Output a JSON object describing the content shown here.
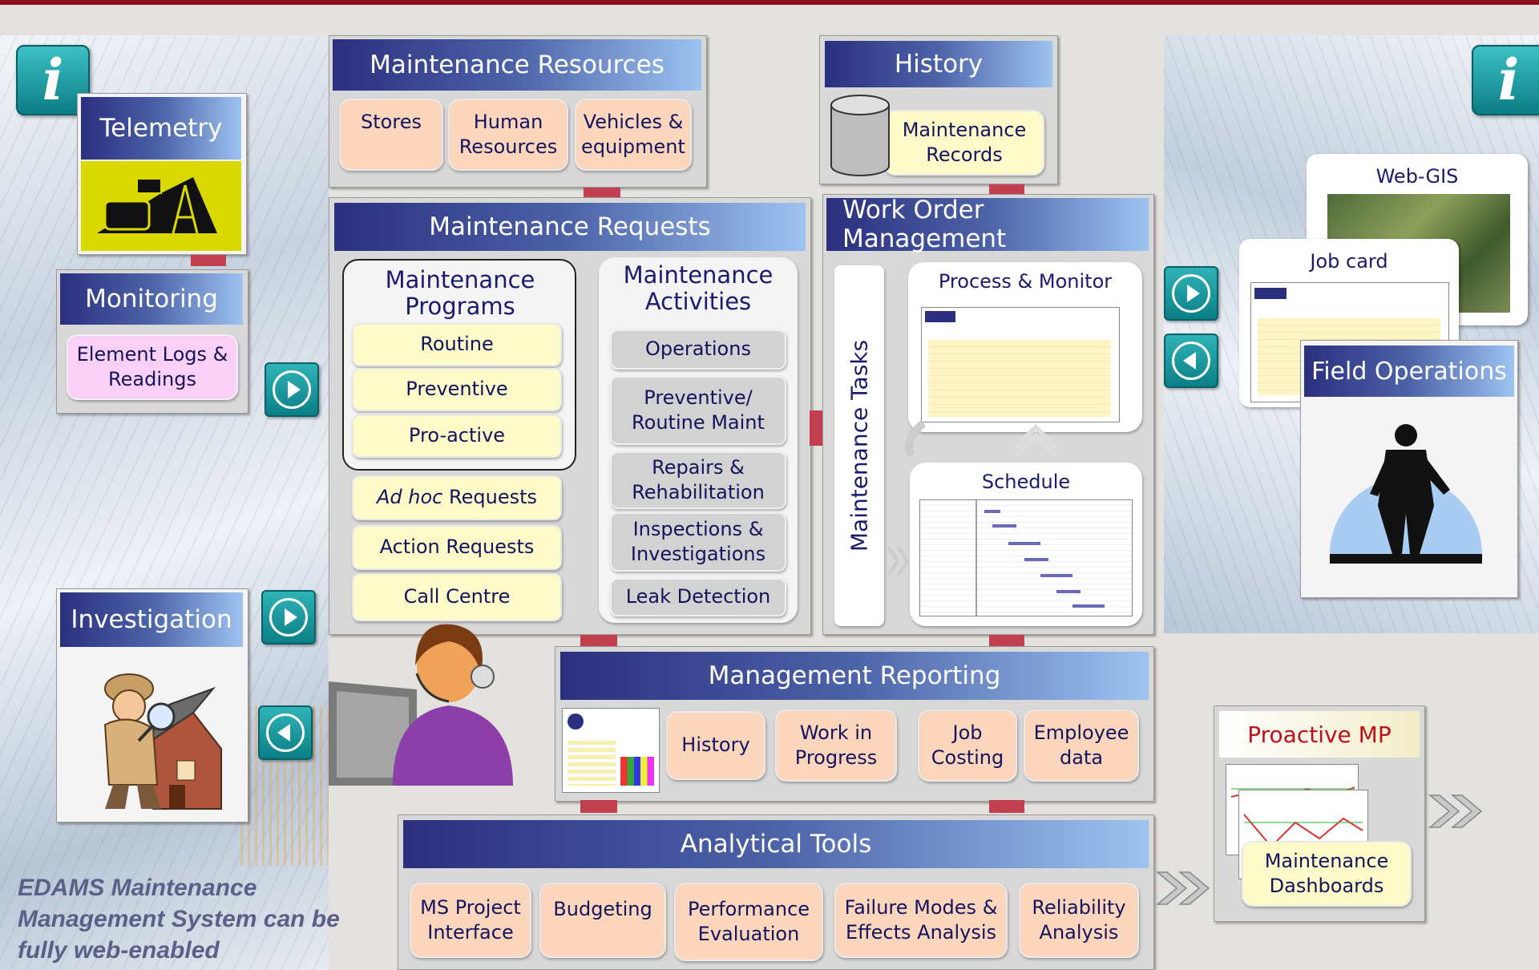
{
  "left": {
    "telemetry": {
      "title": "Telemetry"
    },
    "monitoring": {
      "title": "Monitoring",
      "item": "Element Logs & Readings"
    },
    "investigation": {
      "title": "Investigation"
    },
    "note": "EDAMS Maintenance Management System can be fully web-enabled"
  },
  "resources": {
    "title": "Maintenance Resources",
    "items": [
      "Stores",
      "Human Resources",
      "Vehicles & equipment"
    ]
  },
  "history": {
    "title": "History",
    "item": "Maintenance Records"
  },
  "requests": {
    "title": "Maintenance Requests",
    "programs_title": "Maintenance Programs",
    "programs": [
      "Routine",
      "Preventive",
      "Pro-active"
    ],
    "adhoc_prefix": "Ad hoc",
    "adhoc_suffix": " Requests",
    "others": [
      "Action Requests",
      "Call Centre"
    ],
    "activities_title": "Maintenance Activities",
    "activities": [
      "Operations",
      "Preventive/ Routine Maint",
      "Repairs & Rehabilitation",
      "Inspections & Investigations",
      "Leak Detection"
    ]
  },
  "work_order": {
    "title": "Work Order Management",
    "tasks_label": "Maintenance Tasks",
    "process": "Process & Monitor",
    "schedule": "Schedule"
  },
  "right": {
    "web_gis": "Web-GIS",
    "job_card": "Job card",
    "field_ops": "Field Operations"
  },
  "reporting": {
    "title": "Management Reporting",
    "items": [
      "History",
      "Work in Progress",
      "Job Costing",
      "Employee data"
    ]
  },
  "analytical": {
    "title": "Analytical Tools",
    "items": [
      "MS Project Interface",
      "Budgeting",
      "Performance Evaluation",
      "Failure Modes & Effects Analysis",
      "Reliability Analysis"
    ]
  },
  "proactive": {
    "title": "Proactive MP",
    "item": "Maintenance Dashboards"
  },
  "icons": [
    "info-icon",
    "telemetry-icon",
    "detective-icon",
    "database-icon",
    "call-centre-agent-icon",
    "field-worker-icon",
    "forward-arrow-icon",
    "back-arrow-icon",
    "double-chevron-icon"
  ],
  "colors": {
    "header_dark": "#2b2f7e",
    "header_light": "#9dc3f1",
    "peach": "#fcd5bd",
    "yellow": "#fdfbc9",
    "pink": "#fbd0f6",
    "connector": "#c0404f",
    "accent_red": "#c0101c"
  }
}
